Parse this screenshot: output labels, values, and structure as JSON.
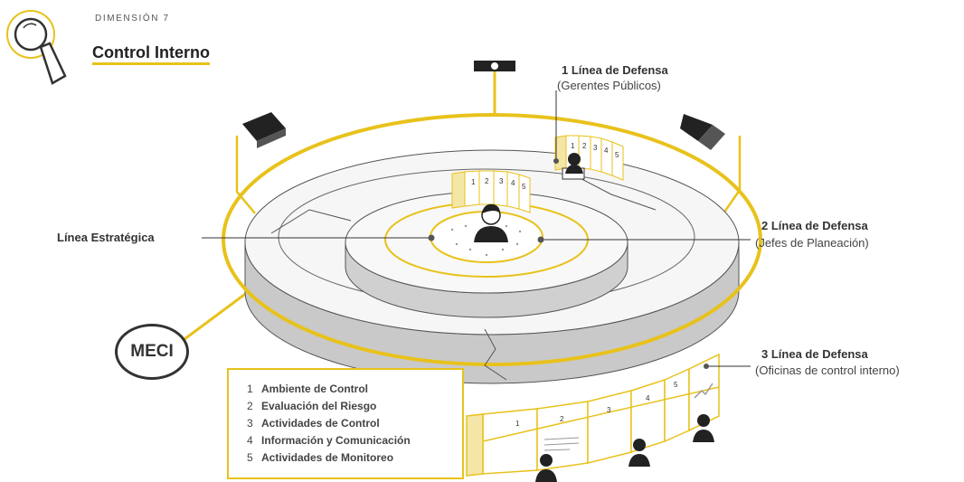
{
  "header": {
    "dimension_label": "DIMENSIÓN 7",
    "title": "Control Interno"
  },
  "labels": {
    "linea_estrategica": "Línea Estratégica",
    "linea1_title": "1 Línea de Defensa",
    "linea1_sub": "(Gerentes Públicos)",
    "linea2_title": "2 Línea de Defensa",
    "linea2_sub": "(Jefes de Planeación)",
    "linea3_title": "3 Línea de Defensa",
    "linea3_sub": "(Oficinas de control interno)"
  },
  "meci": "MECI",
  "legend": [
    {
      "num": "1",
      "text": "Ambiente de Control"
    },
    {
      "num": "2",
      "text": "Evaluación del Riesgo"
    },
    {
      "num": "3",
      "text": "Actividades de Control"
    },
    {
      "num": "4",
      "text": "Información y Comunicación"
    },
    {
      "num": "5",
      "text": "Actividades de Monitoreo"
    }
  ],
  "panel_numbers": [
    "1",
    "2",
    "3",
    "4",
    "5"
  ],
  "colors": {
    "accent": "#e8c21b",
    "line": "#333333",
    "wall": "#c9c9c9"
  }
}
